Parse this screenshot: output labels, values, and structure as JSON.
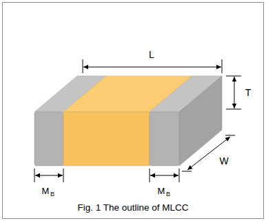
{
  "diagram": {
    "caption": "Fig. 1 The outline of MLCC",
    "labels": [
      "L",
      "T",
      "W",
      "M",
      "B",
      "M",
      "B"
    ]
  }
}
